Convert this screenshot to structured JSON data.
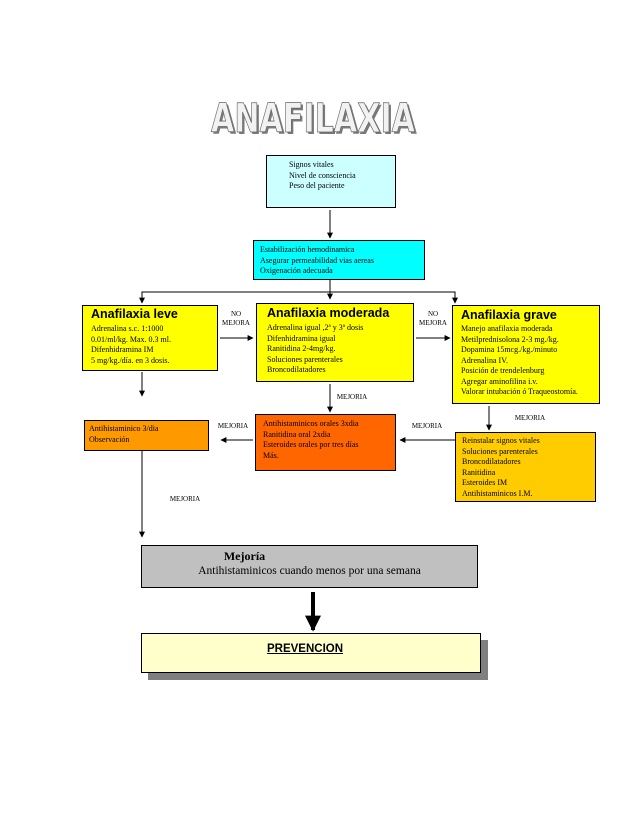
{
  "title": "ANAFILAXIA",
  "vitals": [
    "Signos vitales",
    "Nivel de consciencia",
    "Peso del paciente"
  ],
  "stabilization": [
    "Estabilización hemodinamica",
    "Asegurar permeabilidad vias aereas",
    "Oxigenación adecuada"
  ],
  "leve": {
    "title": "Anafilaxia leve",
    "lines": [
      "Adrenalina s.c. 1:1000",
      "0.01/ml/kg. Max. 0.3 ml.",
      "Difenhidramina IM",
      "5 mg/kg./día. en 3 dosis."
    ]
  },
  "moderada": {
    "title": "Anafilaxia moderada",
    "lines": [
      "Adrenalina igual ,2ª y 3ª dosis",
      "Difenhidramina igual",
      "Ranitidina 2-4mg/kg.",
      "Soluciones parenterales",
      "Broncodilatadores"
    ]
  },
  "grave": {
    "title": "Anafilaxia grave",
    "lines": [
      "Manejo anafilaxia moderada",
      "Metilprednisolona 2-3 mg./kg.",
      "Dopamina 15mcg./kg./minuto",
      "Adrenalina IV.",
      "Posición de trendelenburg",
      "Agregar aminofilina i.v.",
      "Valorar intubación ó Traqueostomía."
    ]
  },
  "leve_result": [
    "Antihistaminico 3/dia",
    "Observación"
  ],
  "moderada_result": [
    "Antihistaminicos orales 3xdia",
    "Ranitidina oral 2xdia",
    "Esteroides orales por tres días",
    "Más."
  ],
  "grave_result": [
    "Reinstalar signos vitales",
    "Soluciones parenterales",
    "Broncodilatadores",
    "Ranitidina",
    "Esteroides IM",
    "Antihistaminicos I.M."
  ],
  "labels": {
    "no_mejora_1": [
      "NO",
      "MEJORA"
    ],
    "no_mejora_2": [
      "NO",
      "MEJORA"
    ],
    "mejoria_moderada": "MEJORIA",
    "mejoria_grave": "MEJORIA",
    "mejoria_left": "MEJORIA",
    "mejoria_center": "MEJORIA",
    "mejoria_bottom": "MEJORIA"
  },
  "mejoria_box": {
    "title": "Mejoría",
    "subtitle": "Antihistaminicos cuando menos por una semana"
  },
  "prevencion": "PREVENCION",
  "colors": {
    "light_cyan": "#ccffff",
    "cyan": "#00ffff",
    "yellow": "#ffff00",
    "orange": "#ff9900",
    "red_orange": "#ff6600",
    "gold": "#ffcc00",
    "gray": "#c0c0c0",
    "pale_yellow": "#ffffcc"
  }
}
